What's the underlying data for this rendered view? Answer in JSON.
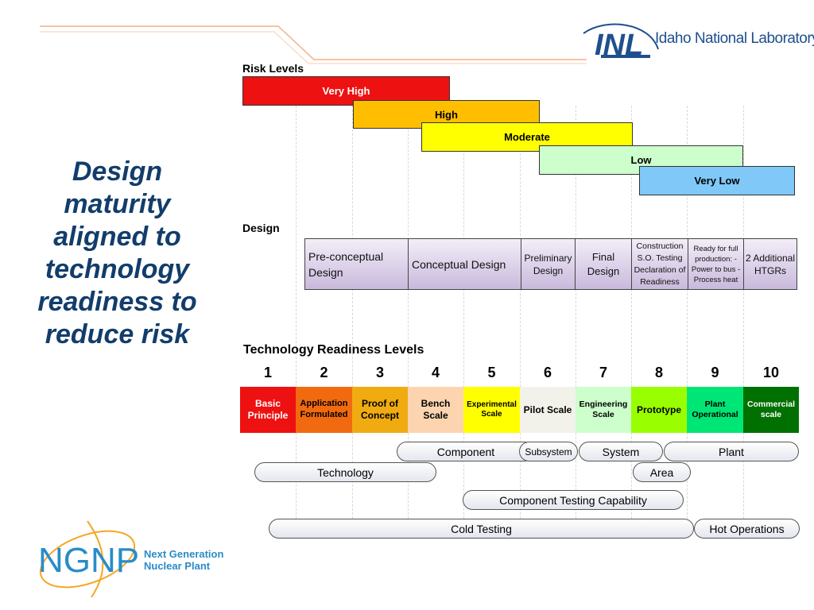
{
  "header": {
    "inl_logo_mark": "INL",
    "inl_logo_text": "Idaho National Laboratory"
  },
  "headline": "Design maturity aligned to technology readiness to reduce risk",
  "risk": {
    "label": "Risk Levels",
    "levels": [
      "Very High",
      "High",
      "Moderate",
      "Low",
      "Very Low"
    ],
    "colors": [
      "#ee1111",
      "#ffbf00",
      "#ffff00",
      "#ccffcc",
      "#7fc8f8"
    ]
  },
  "design": {
    "label": "Design",
    "stages": [
      "Pre-conceptual Design",
      "Conceptual Design",
      "Preliminary Design",
      "Final Design",
      "Construction S.O. Testing Declaration of Readiness",
      "Ready for full production: -Power to bus -Process heat",
      "2 Additional HTGRs"
    ]
  },
  "trl": {
    "label": "Technology Readiness Levels",
    "levels": [
      {
        "num": "1",
        "name": "Basic Principle",
        "bg": "#ee1111",
        "fg": "#ffffff"
      },
      {
        "num": "2",
        "name": "Application Formulated",
        "bg": "#f26a10",
        "fg": "#000000"
      },
      {
        "num": "3",
        "name": "Proof of Concept",
        "bg": "#f0ab10",
        "fg": "#000000"
      },
      {
        "num": "4",
        "name": "Bench Scale",
        "bg": "#fcd5b0",
        "fg": "#000000"
      },
      {
        "num": "5",
        "name": "Experimental Scale",
        "bg": "#ffff00",
        "fg": "#000000"
      },
      {
        "num": "6",
        "name": "Pilot Scale",
        "bg": "#f2f2ea",
        "fg": "#000000"
      },
      {
        "num": "7",
        "name": "Engineering Scale",
        "bg": "#ccffcc",
        "fg": "#000000"
      },
      {
        "num": "8",
        "name": "Prototype",
        "bg": "#99ff00",
        "fg": "#000000"
      },
      {
        "num": "9",
        "name": "Plant Operational",
        "bg": "#00e676",
        "fg": "#000000"
      },
      {
        "num": "10",
        "name": "Commercial scale",
        "bg": "#007000",
        "fg": "#ffffff"
      }
    ]
  },
  "scale_bars": [
    "Component",
    "Subsystem",
    "System",
    "Plant",
    "Technology",
    "Area",
    "Component Testing Capability",
    "Cold Testing",
    "Hot Operations"
  ],
  "footer": {
    "ngnp_mark": "NGNP",
    "ngnp_line1": "Next Generation",
    "ngnp_line2": "Nuclear Plant"
  }
}
